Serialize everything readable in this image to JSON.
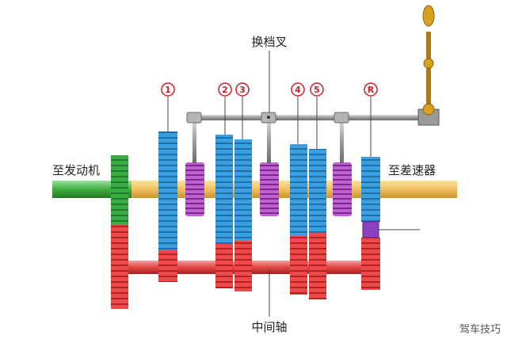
{
  "labels": {
    "shift_fork": "换档叉",
    "to_engine": "至发动机",
    "to_differential": "至差速器",
    "countershaft": "中间轴"
  },
  "gear_markers": [
    "1",
    "2",
    "3",
    "4",
    "5",
    "R"
  ],
  "watermark": "驾车技巧",
  "colors": {
    "input_shaft": "#3fae3f",
    "input_gear": "#2f9a37",
    "output_shaft": "#f0c060",
    "main_gear": "#2e8fd0",
    "counter_gear": "#e23a3a",
    "countershaft": "#e04545",
    "synchro": "#b040c0",
    "fork_rail": "#9a9a9a",
    "lever_knob": "#d9a020",
    "marker_ring": "#c8202a"
  },
  "icons": [
    "gear-shift-lever-icon"
  ]
}
